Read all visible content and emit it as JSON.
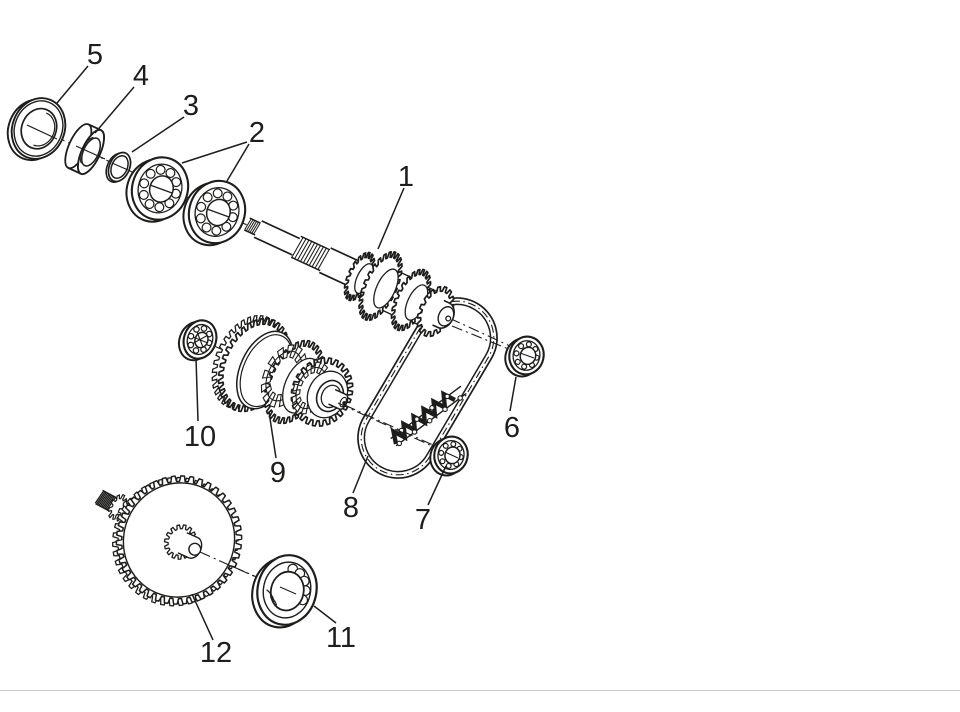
{
  "figure": {
    "kind": "exploded-parts-diagram",
    "subject": "gearbox transmission assembly",
    "callouts": [
      {
        "label": "1"
      },
      {
        "label": "2"
      },
      {
        "label": "3"
      },
      {
        "label": "4"
      },
      {
        "label": "5"
      },
      {
        "label": "6"
      },
      {
        "label": "7"
      },
      {
        "label": "8"
      },
      {
        "label": "9"
      },
      {
        "label": "10"
      },
      {
        "label": "11"
      },
      {
        "label": "12"
      }
    ]
  },
  "colors": {
    "ink": "#1d1d1b",
    "background": "#ffffff",
    "page_rule": "#cccccc"
  }
}
